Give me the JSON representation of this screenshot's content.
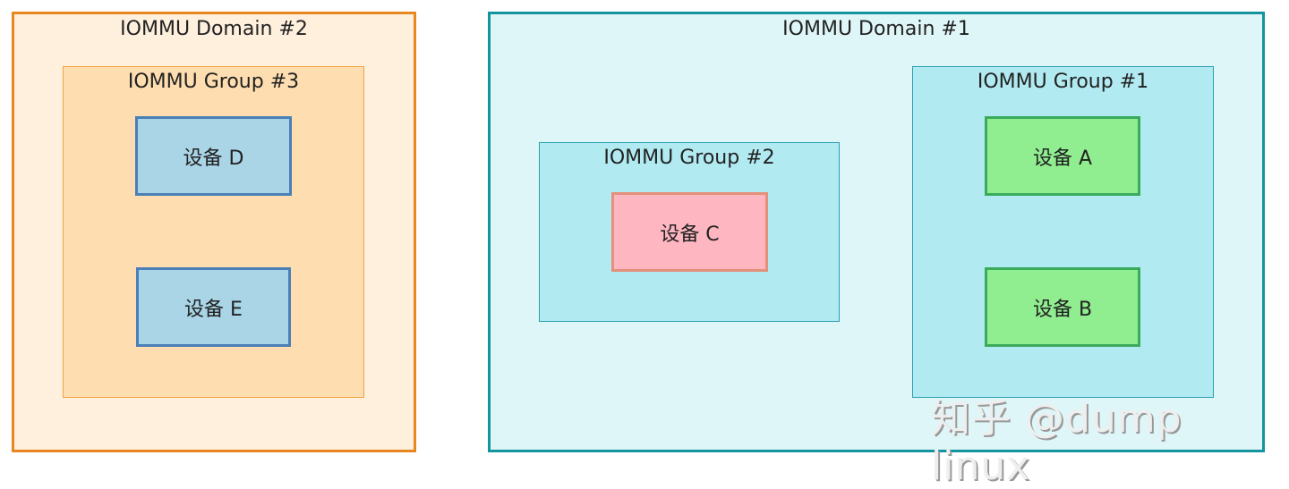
{
  "domains": [
    {
      "label": "IOMMU Domain #2",
      "fill": "#fff0de",
      "border": "#e8861f"
    },
    {
      "label": "IOMMU Domain #1",
      "fill": "#dff6f8",
      "border": "#14959e"
    }
  ],
  "groups": [
    {
      "label": "IOMMU Group #3",
      "fill": "#fedeb0",
      "border": "#f0a23c"
    },
    {
      "label": "IOMMU Group #2",
      "fill": "#b1eaf1",
      "border": "#2a9fb0"
    },
    {
      "label": "IOMMU Group #1",
      "fill": "#b1eaf1",
      "border": "#2a9fb0"
    }
  ],
  "devices": [
    {
      "label": "设备 D",
      "fill": "#a9d5e6",
      "border": "#4a7fb8"
    },
    {
      "label": "设备 E",
      "fill": "#a9d5e6",
      "border": "#4a7fb8"
    },
    {
      "label": "设备 C",
      "fill": "#feb6c1",
      "border": "#e5907a"
    },
    {
      "label": "设备 A",
      "fill": "#90ee90",
      "border": "#3aab5c"
    },
    {
      "label": "设备 B",
      "fill": "#90ee90",
      "border": "#3aab5c"
    }
  ],
  "watermark": "知乎 @dump linux"
}
